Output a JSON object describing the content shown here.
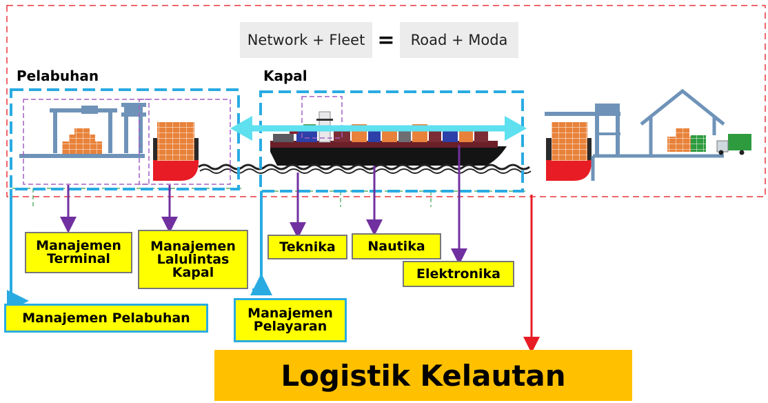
{
  "equation": {
    "left": "Network + Fleet",
    "operator": "=",
    "right": "Road + Moda"
  },
  "sections": {
    "port": "Pelabuhan",
    "ship": "Kapal"
  },
  "labels": {
    "terminal_mgmt": "Manajemen Terminal",
    "vessel_traffic_mgmt": "Manajemen Lalulintas Kapal",
    "port_mgmt": "Manajemen Pelabuhan",
    "shipping_mgmt": "Manajemen Pelayaran",
    "engineering": "Teknika",
    "nautical": "Nautika",
    "electronics": "Elektronika"
  },
  "title": "Logistik Kelautan",
  "colors": {
    "outer_dashed": "#e8333a",
    "blue_dashed": "#29abe2",
    "cyan_arrow": "#5ee0ef",
    "purple_arrow": "#7030a0",
    "red_arrow": "#e81c24",
    "label_fill": "#ffff00",
    "title_fill": "#ffc000",
    "container_orange": "#e8823a",
    "truck_green": "#2e9b3f"
  }
}
